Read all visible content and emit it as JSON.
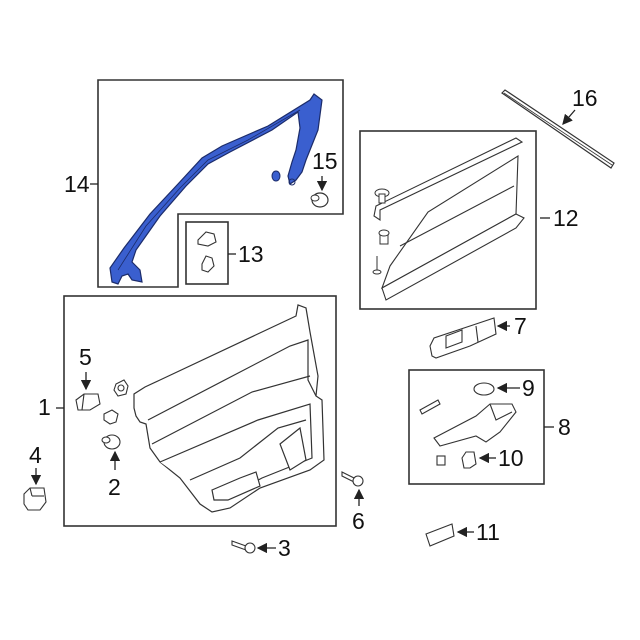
{
  "diagram": {
    "type": "exploded parts diagram",
    "subject": "Rear door trim panel assembly",
    "highlight_color": "#3a5fcf",
    "line_color": "#222222",
    "background": "#ffffff"
  },
  "callouts": [
    {
      "number": "1",
      "label": "1"
    },
    {
      "number": "2",
      "label": "2"
    },
    {
      "number": "3",
      "label": "3"
    },
    {
      "number": "4",
      "label": "4"
    },
    {
      "number": "5",
      "label": "5"
    },
    {
      "number": "6",
      "label": "6"
    },
    {
      "number": "7",
      "label": "7"
    },
    {
      "number": "8",
      "label": "8"
    },
    {
      "number": "9",
      "label": "9"
    },
    {
      "number": "10",
      "label": "10"
    },
    {
      "number": "11",
      "label": "11"
    },
    {
      "number": "12",
      "label": "12"
    },
    {
      "number": "13",
      "label": "13"
    },
    {
      "number": "14",
      "label": "14"
    },
    {
      "number": "15",
      "label": "15"
    },
    {
      "number": "16",
      "label": "16"
    }
  ]
}
